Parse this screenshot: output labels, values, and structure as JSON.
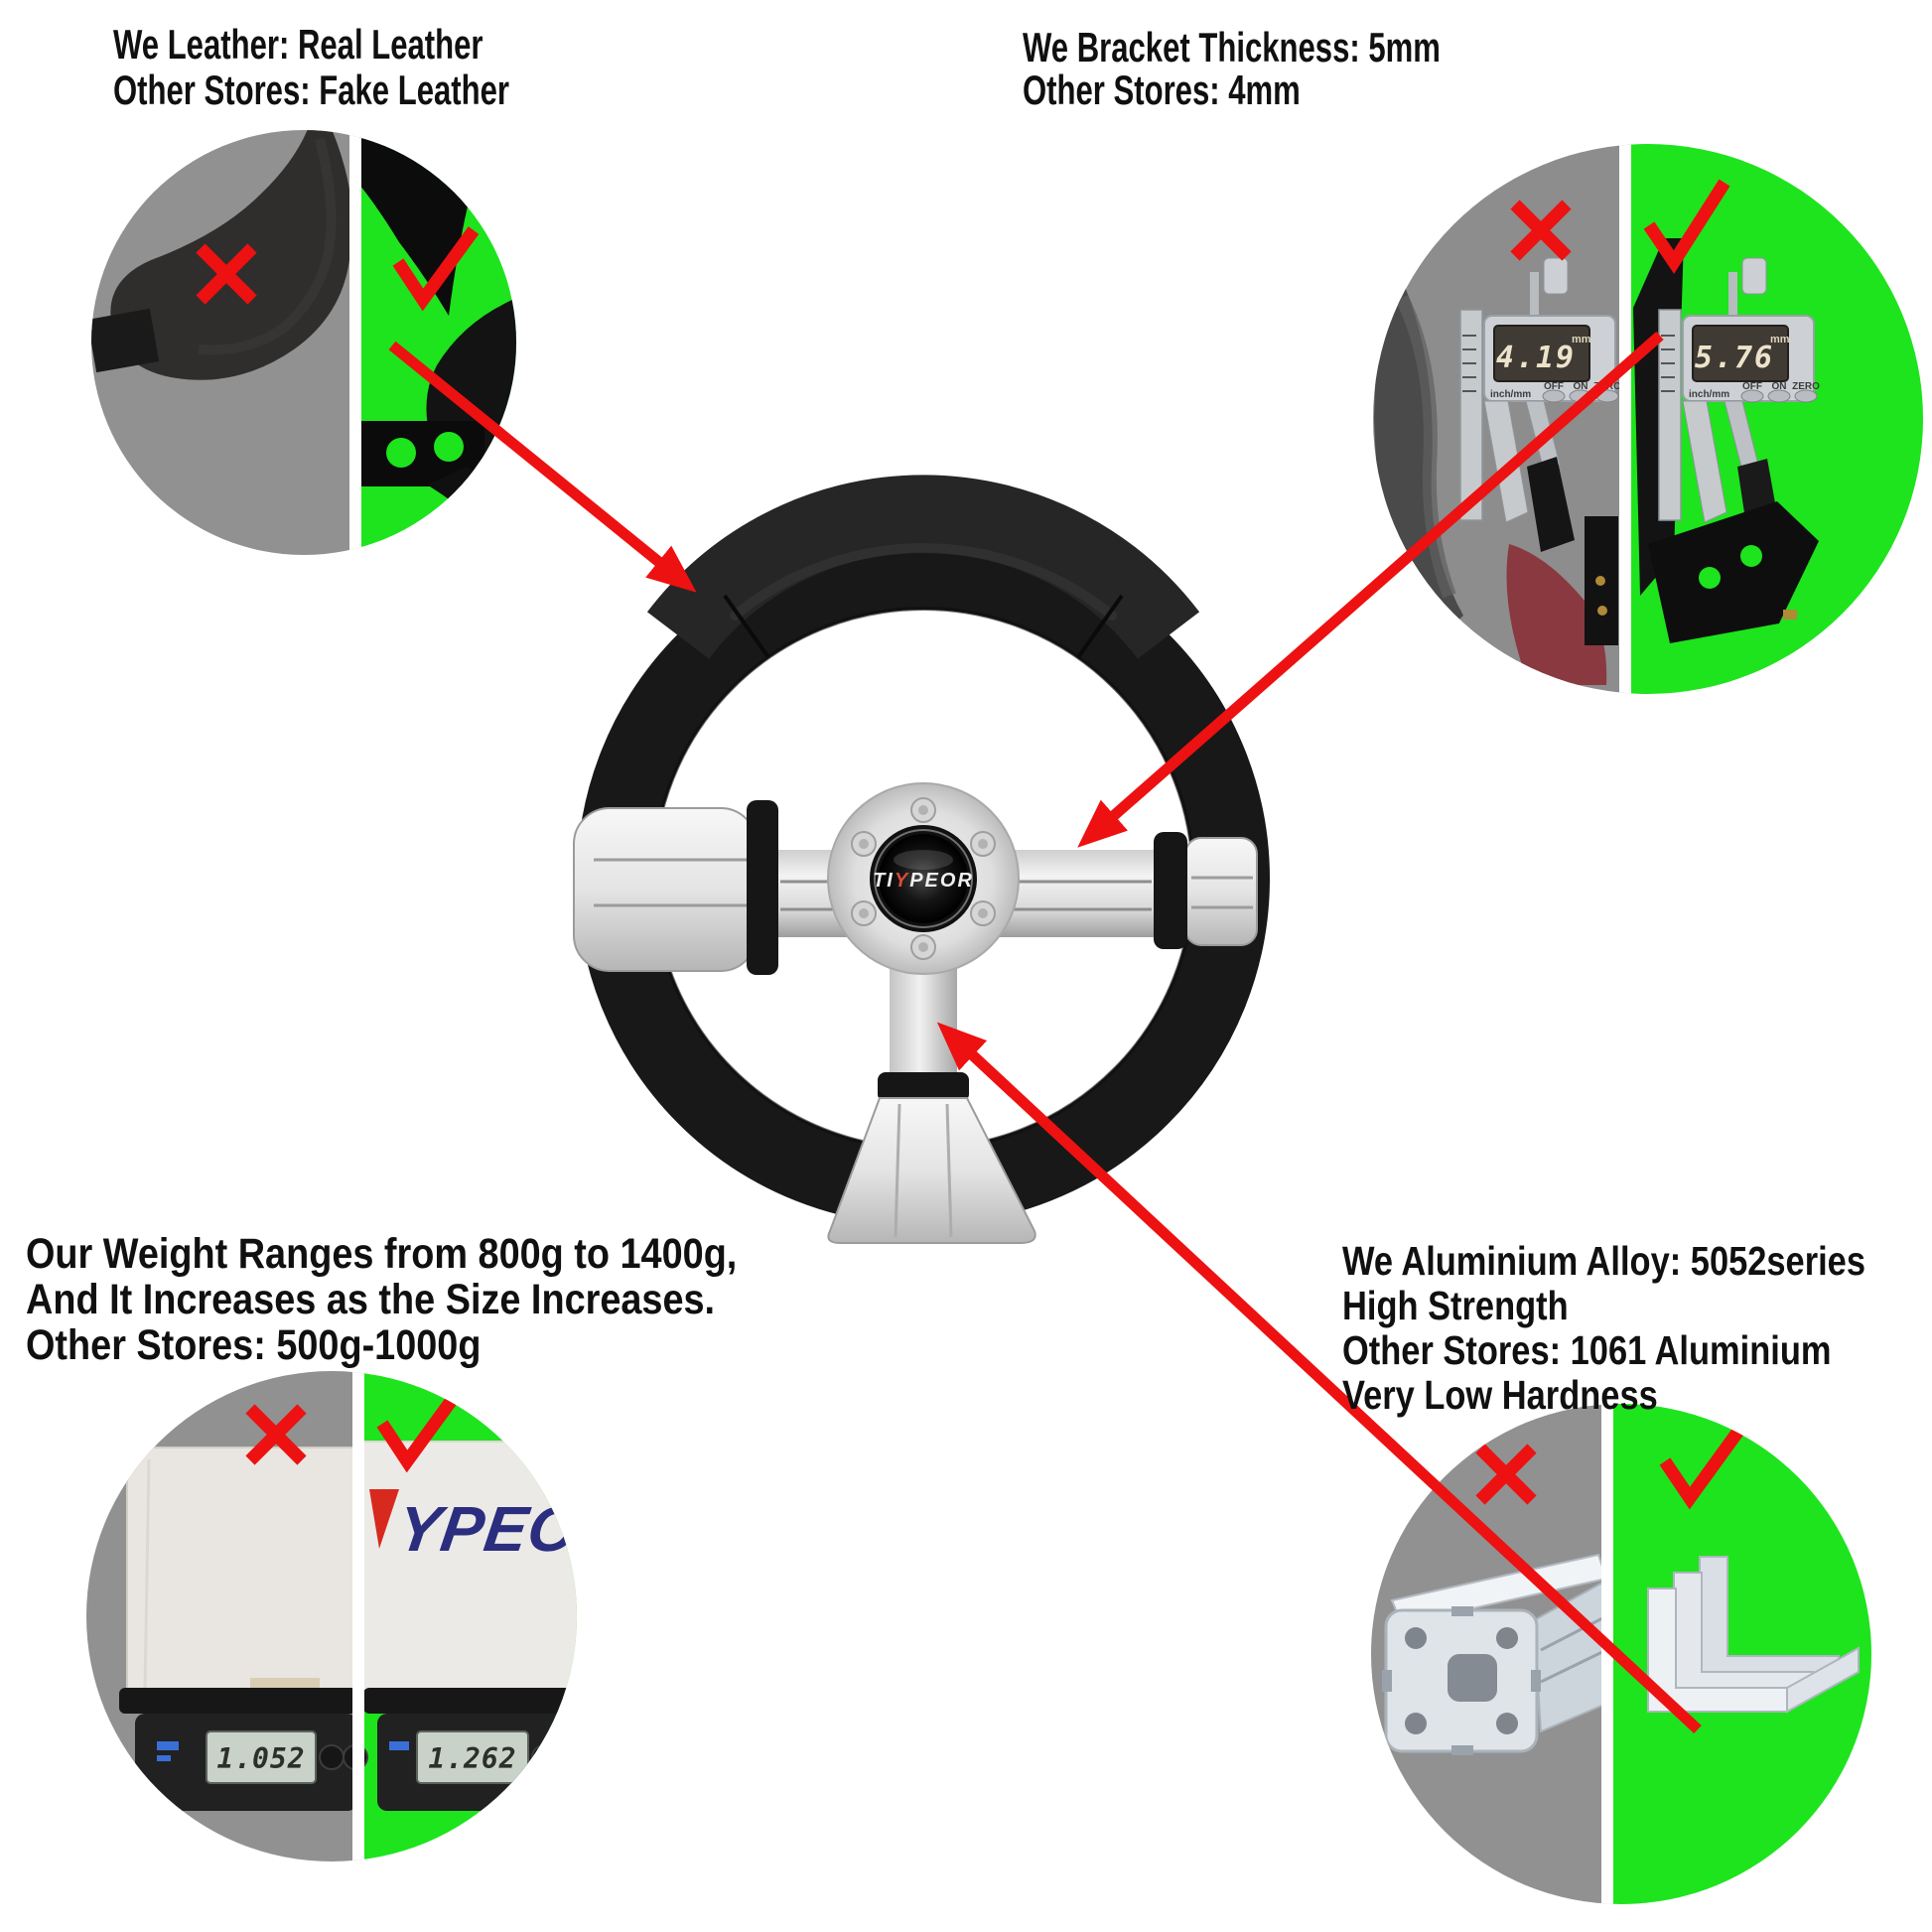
{
  "title_blocks": {
    "leather": {
      "line1": "We Leather:  Real Leather",
      "line2": "Other Stores:  Fake Leather"
    },
    "bracket": {
      "line1": "We Bracket Thickness:  5mm",
      "line2": "Other Stores:  4mm"
    },
    "weight": {
      "line1": "Our Weight Ranges from 800g to 1400g,",
      "line2": "And It Increases as the Size Increases.",
      "line3": "Other Stores:  500g-1000g"
    },
    "alloy": {
      "line1": "We Aluminium Alloy:  5052series",
      "line2": "High Strength",
      "line3": "Other Stores:  1061 Aluminium",
      "line4": "Very Low Hardness"
    }
  },
  "wheel": {
    "hub_logo_ti": "TI",
    "hub_logo_y": "Y",
    "hub_logo_peor": "PEOR"
  },
  "comparison": {
    "caliper_left_value": "4.19",
    "caliper_right_value": "5.76",
    "caliper_unit": "mm",
    "caliper_mode": "inch/mm",
    "caliper_btn_off": "OFF",
    "caliper_btn_on": "ON",
    "caliper_btn_zero": "ZERO",
    "scale_left_value": "1.052",
    "scale_right_value": "1.262",
    "box_logo": "YPEO"
  },
  "icons": {
    "cross": "✕",
    "check": "✓"
  },
  "colors": {
    "green": "#1de41d",
    "gray": "#919191",
    "red": "#ed1111",
    "navy": "#2b2e7e"
  }
}
